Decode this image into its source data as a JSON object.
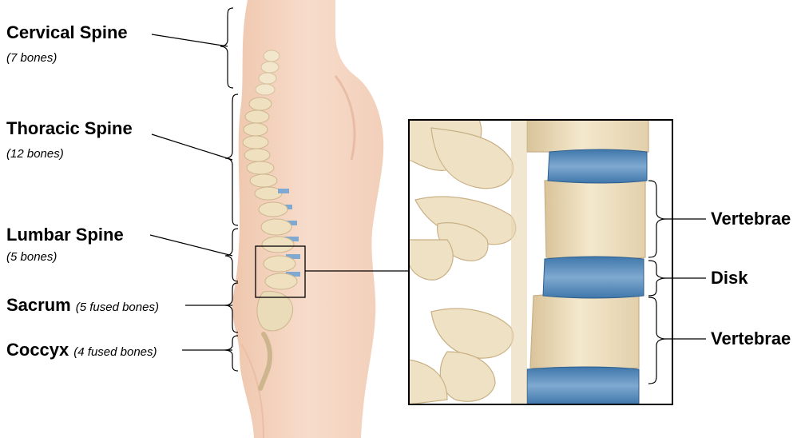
{
  "labels": {
    "cervical": {
      "name": "Cervical Spine",
      "count": "(7 bones)"
    },
    "thoracic": {
      "name": "Thoracic Spine",
      "count": "(12 bones)"
    },
    "lumbar": {
      "name": "Lumbar Spine",
      "count": "(5 bones)"
    },
    "sacrum": {
      "name": "Sacrum",
      "count": "(5 fused bones)"
    },
    "coccyx": {
      "name": "Coccyx",
      "count": "(4 fused bones)"
    }
  },
  "detail": {
    "vertebrae_top": "Vertebrae",
    "disk": "Disk",
    "vertebrae_bottom": "Vertebrae"
  },
  "colors": {
    "skin": "#f6d8c6",
    "skin_shade": "#eec3aa",
    "bone": "#efe0c0",
    "bone_shade": "#d8c39c",
    "disk": "#5f93c2",
    "disk_light": "#8fb6d8",
    "line": "#000000"
  }
}
